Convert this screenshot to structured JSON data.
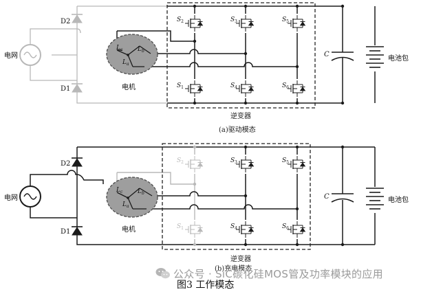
{
  "labels": {
    "grid": "电网",
    "d1": "D1",
    "d2": "D2",
    "motor": "电机",
    "inverter": "逆变器",
    "capacitor": "C",
    "battery": "电池包",
    "la": "L",
    "la_sub": "a",
    "lb": "L",
    "lb_sub": "b",
    "lc": "L",
    "lc_sub": "c",
    "switch_letter": "S",
    "switch_subs": [
      "1",
      "2",
      "3",
      "4",
      "5",
      "6"
    ]
  },
  "captions": {
    "a": "(a)驱动模态",
    "b": "(b)充电模态",
    "figure": "图3   工作模态"
  },
  "watermark": "公众号 · SiC碳化硅MOS管及功率模块的应用",
  "colors": {
    "active_wire": "#1a1a1a",
    "inactive_wire": "#b8b8b8",
    "motor_fill": "#9e9e9e",
    "watermark": "#9a9a9a"
  }
}
